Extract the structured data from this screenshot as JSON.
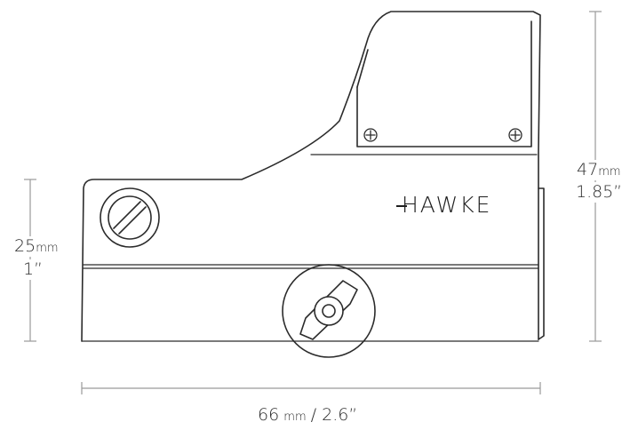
{
  "brand": {
    "name": "HAWKE"
  },
  "dimensions": {
    "height_rail": {
      "value": "25",
      "unit": "mm",
      "imperial": "1”"
    },
    "height_total": {
      "value": "47",
      "unit": "mm",
      "imperial": "1.85”"
    },
    "length": {
      "value": "66",
      "unit": "mm",
      "imperial": "/ 2.6”"
    }
  },
  "colors": {
    "line": "#2b2b2b",
    "dimension_line": "#9a9a9a",
    "background": "#ffffff"
  },
  "icons": [
    "screw-plus-icon",
    "slotted-screw-icon",
    "wing-nut-icon"
  ]
}
